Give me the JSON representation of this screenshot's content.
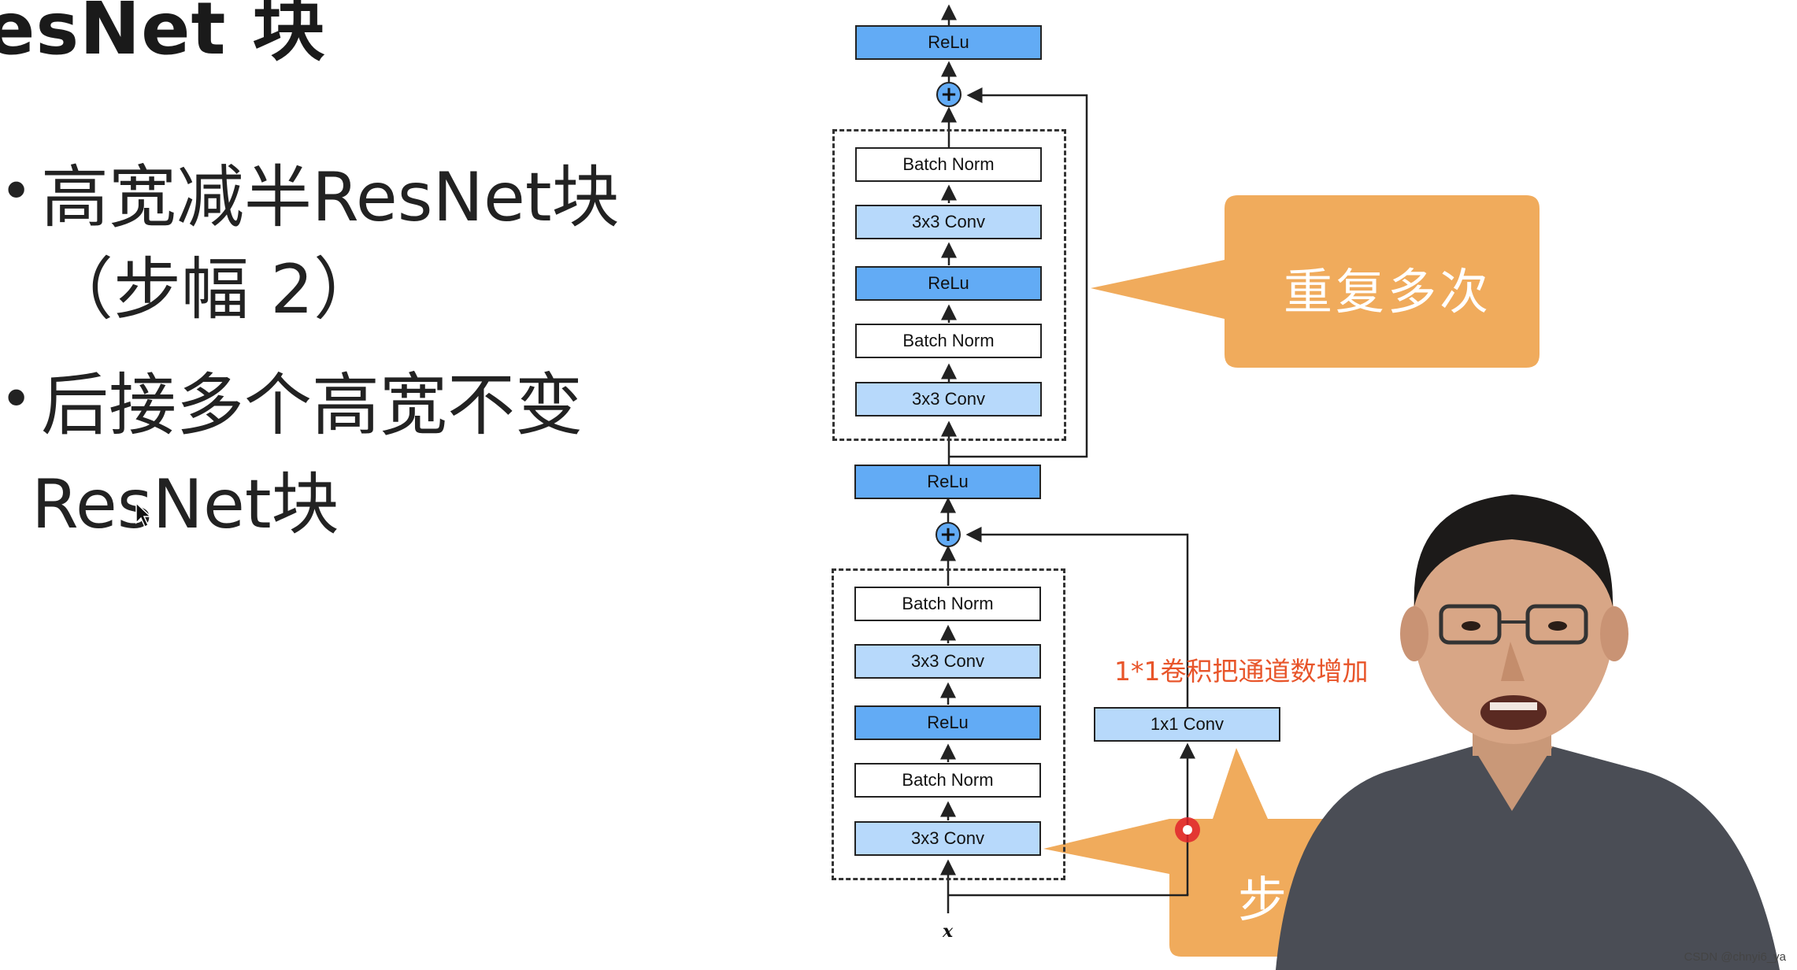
{
  "slide": {
    "title": "esNet 块",
    "bullet1_line1": "高宽减半ResNet块",
    "bullet1_line2": "（步幅 2）",
    "bullet2_line1": "后接多个高宽不变",
    "bullet2_line2": "ResNet块",
    "bullet_symbol": "•"
  },
  "diagram": {
    "top_relu": "ReLu",
    "plus": "+",
    "upper_block": [
      "Batch Norm",
      "3x3 Conv",
      "ReLu",
      "Batch Norm",
      "3x3 Conv"
    ],
    "middle_relu": "ReLu",
    "lower_block": [
      "Batch Norm",
      "3x3 Conv",
      "ReLu",
      "Batch Norm",
      "3x3 Conv"
    ],
    "shortcut_conv": "1x1 Conv",
    "input_label": "x"
  },
  "annotations": {
    "repeat_callout": "重复多次",
    "stride_callout": "步幅",
    "conv_note": "1*1卷积把通道数增加"
  },
  "watermark": "CSDN @chnyi6_ya",
  "colors": {
    "relu": "#62abf5",
    "conv": "#b7d9fb",
    "callout": "#f0ab5c",
    "note_red": "#e8552a",
    "cursor_dot": "#e0222a"
  }
}
